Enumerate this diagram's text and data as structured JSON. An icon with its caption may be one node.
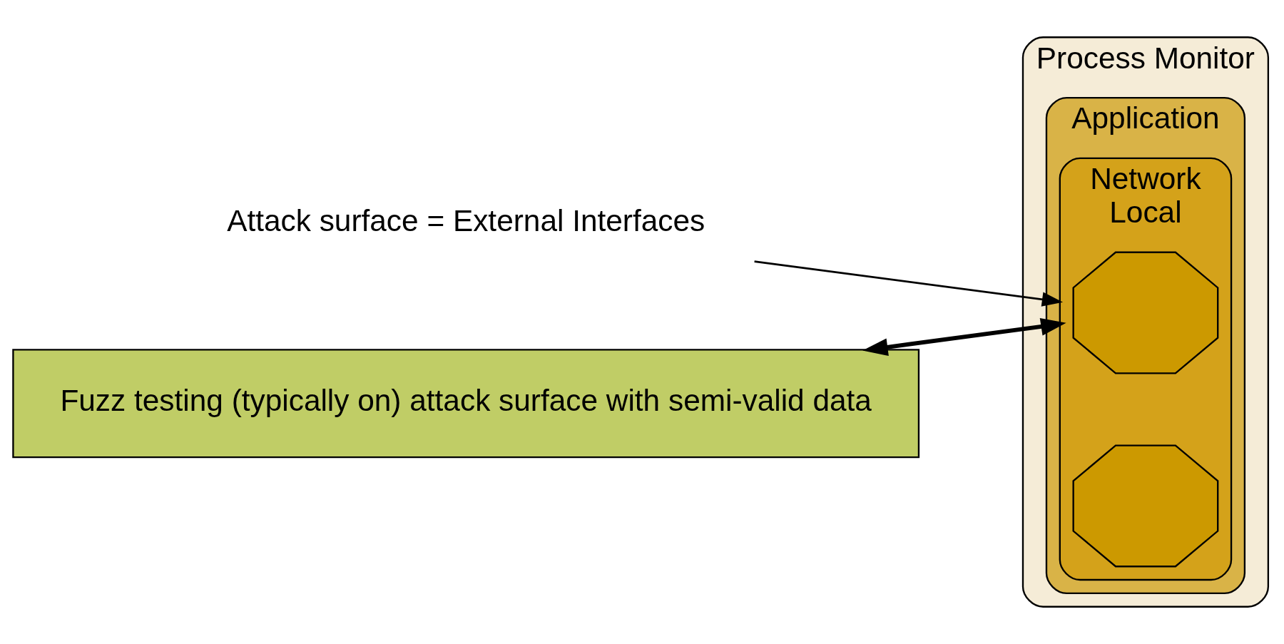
{
  "diagram": {
    "nodes": [
      {
        "text": [
          "Process Monitor"
        ]
      },
      {
        "text": [
          "Attack surface = External Interfaces"
        ]
      },
      {
        "text": [
          "Fuzz testing (typically on) attack surface with semi-valid data"
        ]
      },
      {
        "text": [
          "Application"
        ],
        "in": 0
      },
      {
        "text": [
          "Network",
          "Local"
        ],
        "in": 3
      },
      {
        "text": [],
        "shape": "octagon",
        "in": 4
      },
      {
        "text": [],
        "shape": "octagon",
        "in": 4
      }
    ],
    "edges": [
      {
        "from": 1,
        "to": 4,
        "arrow": "to"
      },
      {
        "from": 2,
        "to": 4,
        "arrow": "both",
        "style": "thick"
      }
    ]
  }
}
